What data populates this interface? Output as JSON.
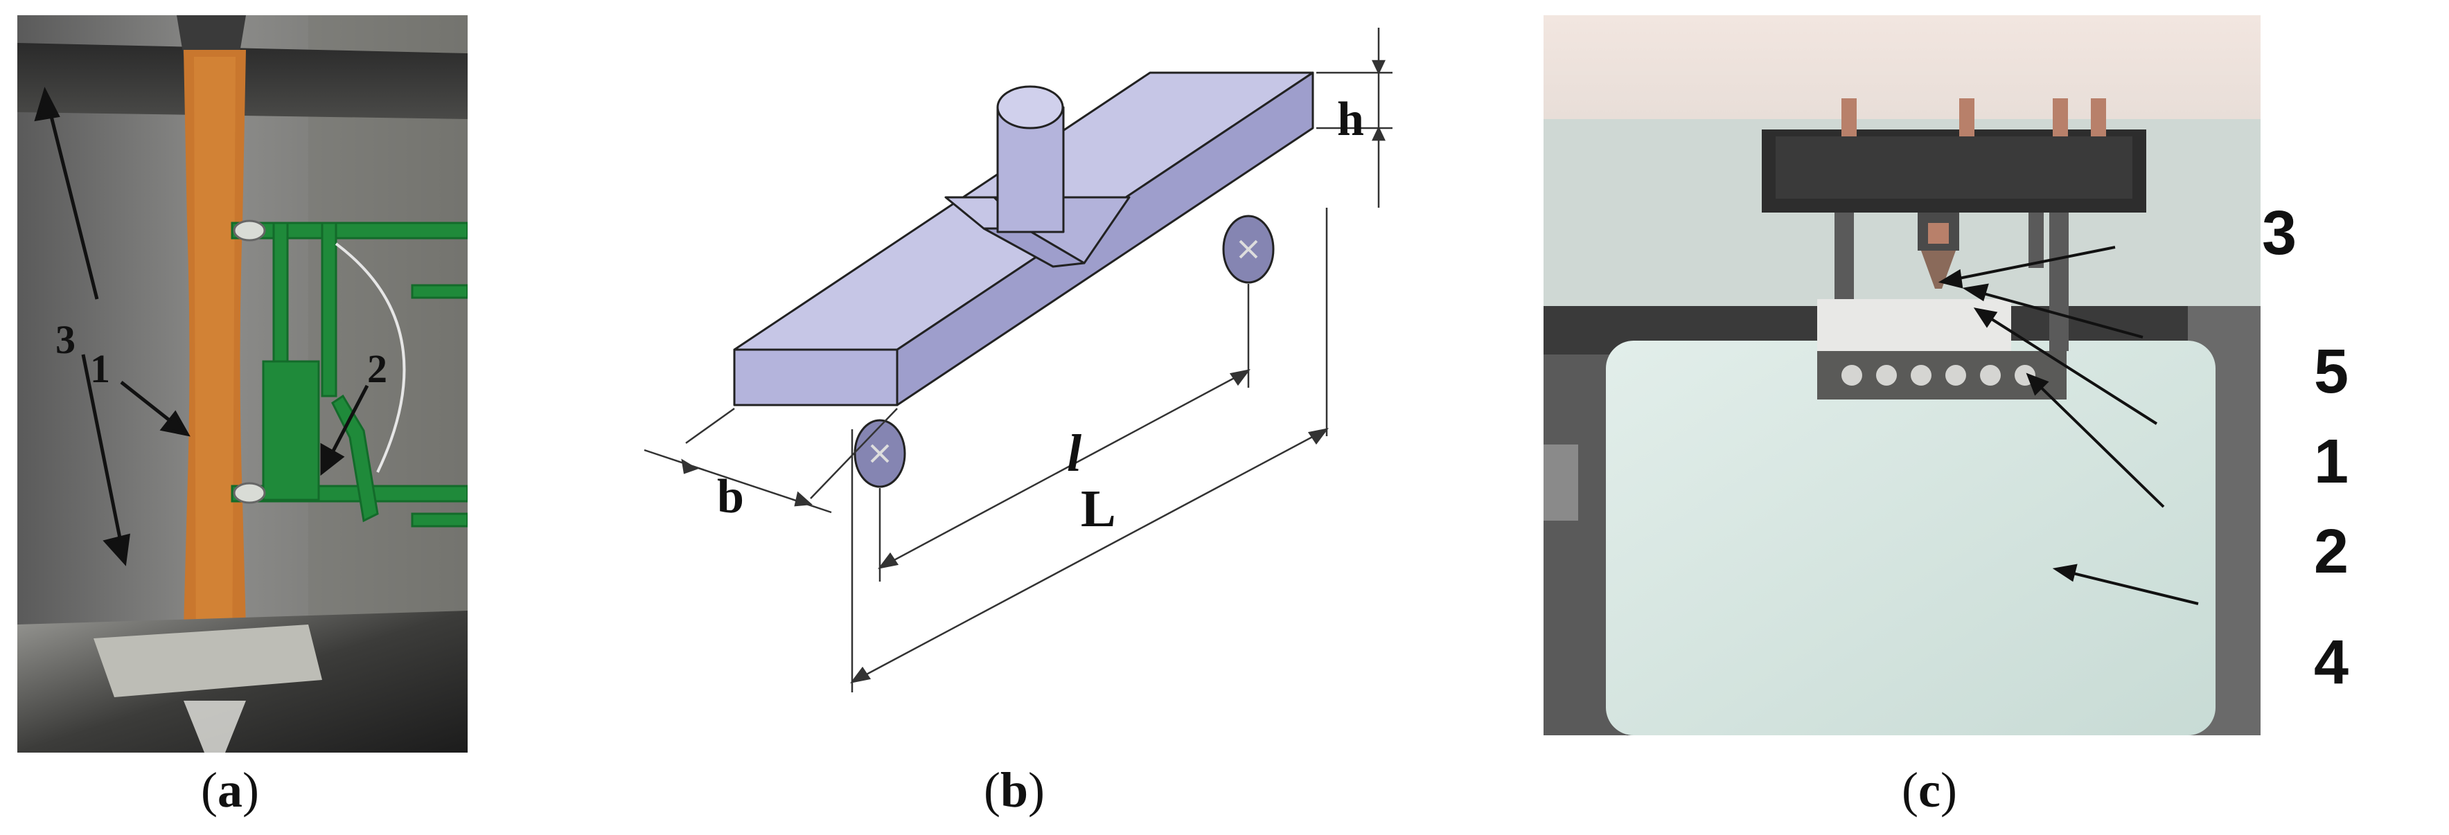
{
  "panels": {
    "a": {
      "caption": {
        "open": "(",
        "letter": "a",
        "close": ")"
      },
      "labels": {
        "one": "1",
        "two": "2",
        "three": "3"
      }
    },
    "b": {
      "caption": {
        "open": "(",
        "letter": "b",
        "close": ")"
      },
      "labels": {
        "h": "h",
        "b": "b",
        "l": "l",
        "L": "L"
      }
    },
    "c": {
      "caption": {
        "open": "(",
        "letter": "c",
        "close": ")"
      },
      "labels": {
        "one": "1",
        "two": "2",
        "three": "3",
        "four": "4",
        "five": "5"
      }
    }
  },
  "colors": {
    "specimen": "#c9772e",
    "extensometer": "#1f8a3a",
    "beam": "#b8b8dc",
    "beam_dark": "#8f8fc0",
    "device_body": "#d6e6e1"
  }
}
